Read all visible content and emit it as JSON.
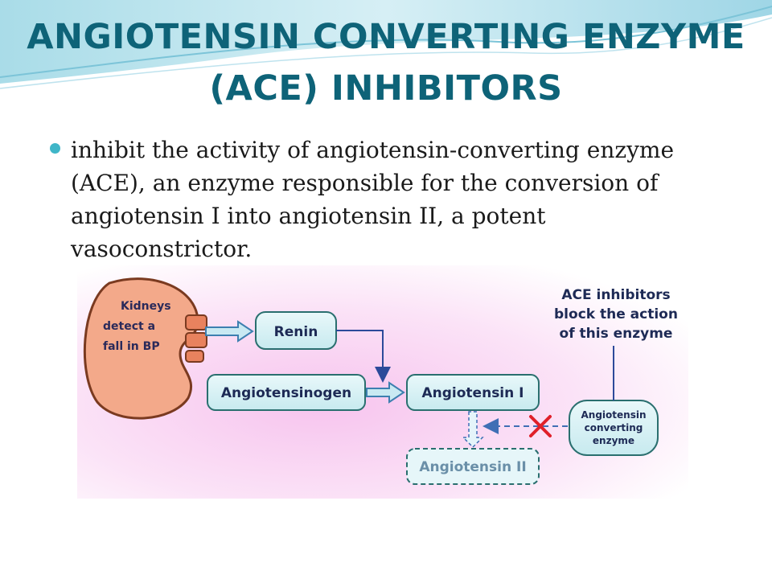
{
  "slide": {
    "title": "ANGIOTENSIN CONVERTING ENZYME (ACE) INHIBITORS",
    "bullet": "inhibit the activity of angiotensin-converting enzyme (ACE), an enzyme responsible for the conversion of angiotensin I into angiotensin II, a potent vasoconstrictor."
  },
  "diagram": {
    "kidney_lines": [
      "Kidneys",
      "detect a",
      "fall in BP"
    ],
    "renin": "Renin",
    "angiotensinogen": "Angiotensinogen",
    "angiotensin1": "Angiotensin I",
    "angiotensin2": "Angiotensin II",
    "ace_lines": [
      "Angiotensin",
      "converting",
      "enzyme"
    ],
    "note_lines": [
      "ACE inhibitors",
      "block the action",
      "of this enzyme"
    ],
    "colors": {
      "title": "#0e6378",
      "box_fill": "#d8f1f4",
      "box_stroke": "#2a6f6f",
      "kidney": "#f3a98a",
      "block_mark": "#e0202a"
    }
  }
}
